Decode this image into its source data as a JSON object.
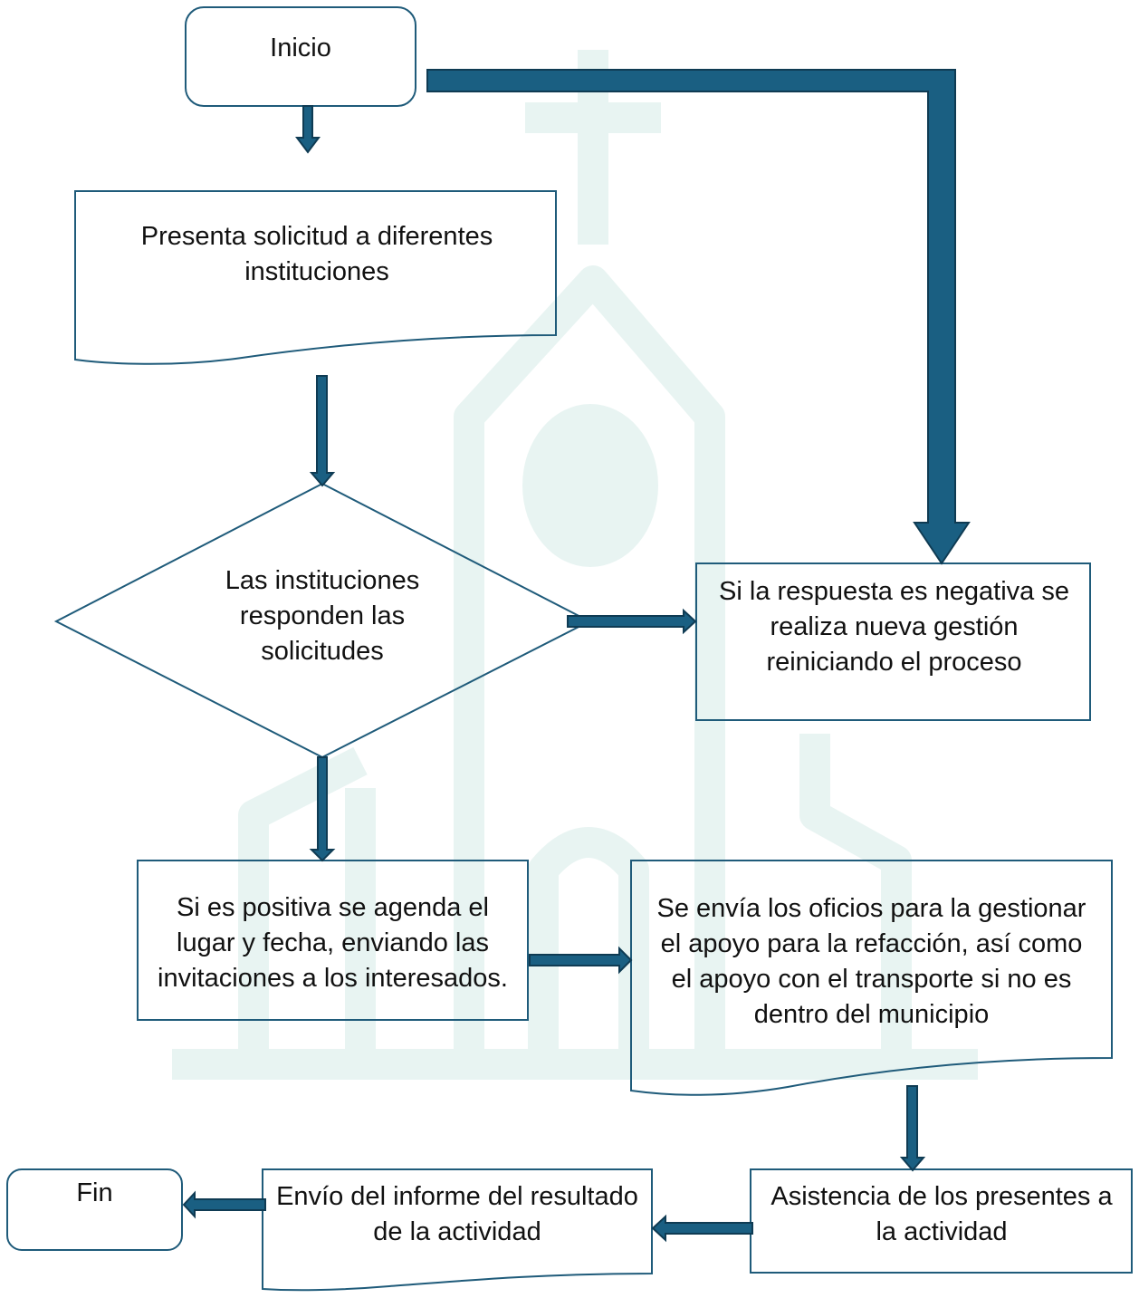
{
  "colors": {
    "node_border": "#1f5b7a",
    "arrow_fill": "#1a5f82",
    "arrow_stroke": "#0f3b53",
    "watermark": "#e8f4f2",
    "text": "#111111"
  },
  "nodes": {
    "start": {
      "label": "Inicio"
    },
    "request": {
      "label": "Presenta solicitud a diferentes instituciones"
    },
    "decision": {
      "label": "Las instituciones responden las solicitudes"
    },
    "negative": {
      "label": "Si la respuesta es negativa se realiza nueva gestión reiniciando el proceso"
    },
    "positive": {
      "label": "Si es positiva se agenda el lugar y fecha, enviando las invitaciones a los interesados."
    },
    "letters": {
      "label": "Se envía los oficios para la gestionar el apoyo para la refacción, así como el apoyo con el transporte si no es dentro del municipio"
    },
    "attendance": {
      "label": "Asistencia de los presentes a la actividad"
    },
    "report": {
      "label": "Envío del informe del resultado de la actividad"
    },
    "end": {
      "label": "Fin"
    }
  },
  "edges": [
    {
      "from": "start",
      "to": "request"
    },
    {
      "from": "start",
      "to": "negative"
    },
    {
      "from": "request",
      "to": "decision"
    },
    {
      "from": "decision",
      "to": "negative"
    },
    {
      "from": "decision",
      "to": "positive"
    },
    {
      "from": "positive",
      "to": "letters"
    },
    {
      "from": "letters",
      "to": "attendance"
    },
    {
      "from": "attendance",
      "to": "report"
    },
    {
      "from": "report",
      "to": "end"
    }
  ]
}
